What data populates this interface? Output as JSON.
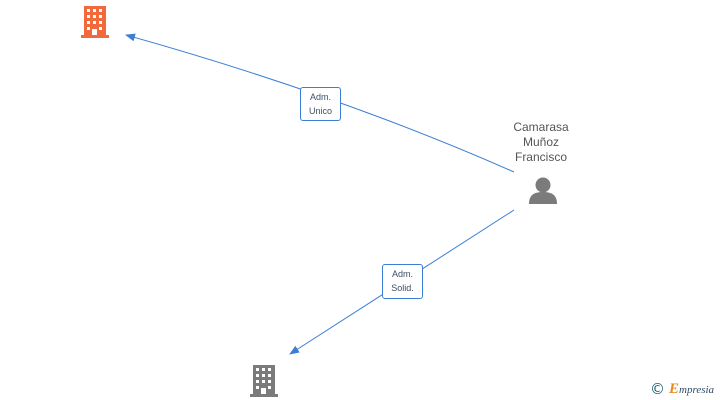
{
  "nodes": {
    "person": {
      "name_lines": [
        "Camarasa",
        "Muñoz",
        "Francisco"
      ],
      "icon": "person-icon",
      "color": "#7b7b7b"
    },
    "company_top": {
      "icon": "building-icon",
      "color": "#f26a3b"
    },
    "company_bottom": {
      "icon": "building-icon",
      "color": "#7b7b7b"
    }
  },
  "edges": [
    {
      "from": "person",
      "to": "company_top",
      "label_lines": [
        "Adm.",
        "Unico"
      ]
    },
    {
      "from": "person",
      "to": "company_bottom",
      "label_lines": [
        "Adm.",
        "Solid."
      ]
    }
  ],
  "colors": {
    "edge": "#3b7fd4",
    "label_border": "#3b7fd4"
  },
  "watermark": {
    "symbol": "©",
    "brand_initial": "E",
    "brand_rest": "mpresia"
  }
}
